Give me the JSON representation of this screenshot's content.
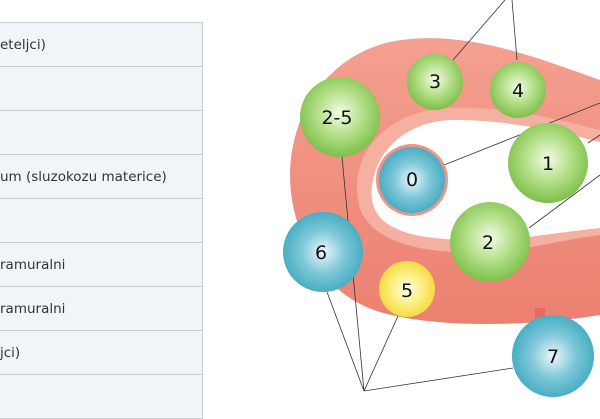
{
  "table": {
    "rows": [
      "eteljci)",
      "",
      "",
      "um (sluzokozu materice)",
      "",
      "ramuralni",
      "ramuralni",
      "jci)",
      ""
    ]
  },
  "diagram": {
    "fibroids": [
      {
        "label": "3",
        "color": "green"
      },
      {
        "label": "4",
        "color": "green"
      },
      {
        "label": "2-5",
        "color": "green"
      },
      {
        "label": "0",
        "color": "blue"
      },
      {
        "label": "1",
        "color": "green"
      },
      {
        "label": "2",
        "color": "green"
      },
      {
        "label": "6",
        "color": "blue"
      },
      {
        "label": "5",
        "color": "yellow"
      },
      {
        "label": "7",
        "color": "blue"
      }
    ],
    "colors": {
      "uterus": "#f08878",
      "green": "#8fcf5a",
      "blue": "#4fb3c8",
      "yellow": "#f4e04a"
    }
  }
}
